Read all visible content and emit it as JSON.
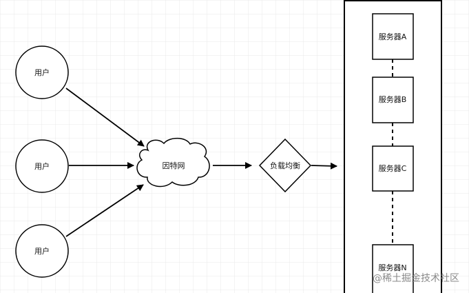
{
  "users": [
    {
      "label": "用户"
    },
    {
      "label": "用户"
    },
    {
      "label": "用户"
    }
  ],
  "internet": {
    "label": "因特网"
  },
  "load_balancer": {
    "label": "负载均衡"
  },
  "servers": [
    {
      "label": "服务器A"
    },
    {
      "label": "服务器B"
    },
    {
      "label": "服务器C"
    },
    {
      "label": "服务器N"
    }
  ],
  "watermark": {
    "text": "@稀土掘金技术社区"
  },
  "colors": {
    "grid": "#e8e8e8",
    "stroke": "#000000",
    "node_fill": "#ffffff"
  }
}
